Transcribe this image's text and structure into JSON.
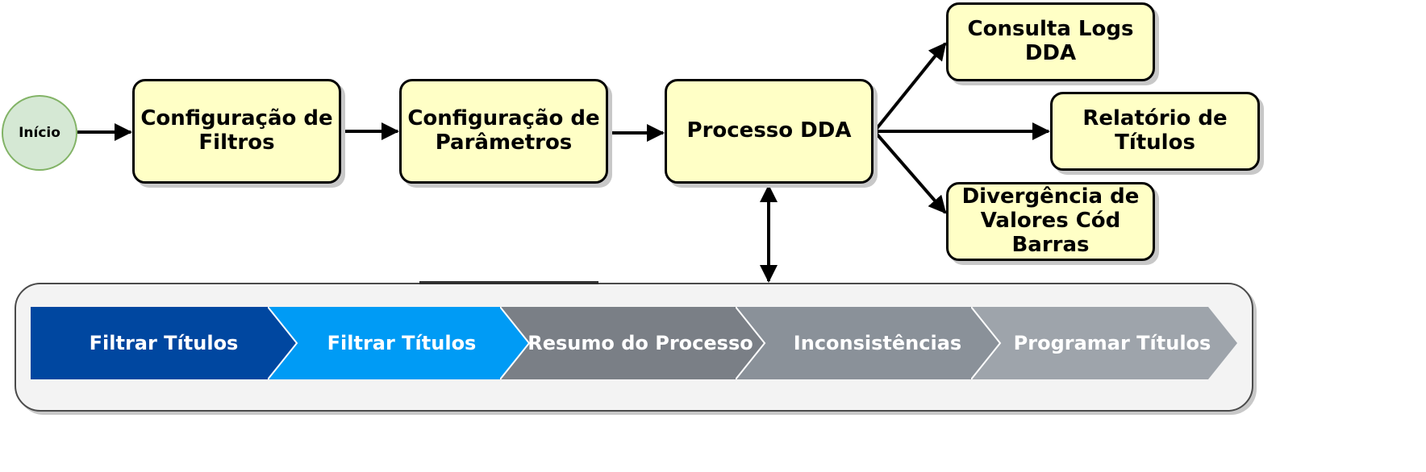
{
  "start_node": {
    "label": "Início"
  },
  "nodes": {
    "config_filtros": {
      "label_line1": "Configuração de",
      "label_line2": "Filtros"
    },
    "config_parametros": {
      "label_line1": "Configuração de",
      "label_line2": "Parâmetros"
    },
    "processo_dda": {
      "label": "Processo DDA"
    },
    "consulta_logs": {
      "label": "Consulta Logs DDA"
    },
    "relatorio_titulos": {
      "label": "Relatório de Títulos"
    },
    "divergencia": {
      "label_line1": "Divergência de",
      "label_line2": "Valores Cód Barras"
    }
  },
  "process_steps": [
    {
      "label": "Filtrar Títulos",
      "color": "#0047a0"
    },
    {
      "label": "Filtrar Títulos",
      "color": "#009bf5"
    },
    {
      "label": "Resumo do Processo",
      "color": "#7a7f86"
    },
    {
      "label": "Inconsistências",
      "color": "#8a9199"
    },
    {
      "label": "Programar Títulos",
      "color": "#9ea4ab"
    }
  ],
  "colors": {
    "node_fill": "#ffffc6",
    "start_fill": "#d5e8d4",
    "start_border": "#82b366",
    "panel_fill": "#f3f3f3"
  }
}
